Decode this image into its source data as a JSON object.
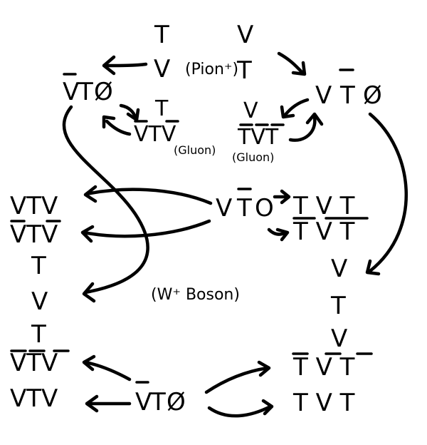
{
  "top": {
    "pion": {
      "t1": "T",
      "v1": "V",
      "v2": "V",
      "t2": "T",
      "label": "(Pion⁺)"
    },
    "left_node": {
      "a": "V",
      "b": "T",
      "c": "Ø"
    },
    "right_node": {
      "a": "V",
      "b": "T",
      "c": "Ø"
    },
    "gluon_left": {
      "top": "T",
      "row": "VTV",
      "label": "(Gluon)"
    },
    "gluon_right": {
      "top": "V",
      "row": "TVT",
      "label": "(Gluon)"
    }
  },
  "middle": {
    "center_node": {
      "a": "V",
      "b": "T",
      "c": "O"
    },
    "left_stack": [
      "VTV",
      "VTV",
      "T",
      "V",
      "T"
    ],
    "right_block": {
      "row1": "T  V T",
      "row2": "T  V T"
    },
    "right_stack": [
      "V",
      "T",
      "V"
    ],
    "wboson_label": "(W⁺ Boson)"
  },
  "bottom": {
    "left_rows": [
      "VTV",
      "VTV"
    ],
    "center_node": {
      "a": "V",
      "b": "T",
      "c": "Ø"
    },
    "right_rows": [
      "T V T",
      "T V T"
    ]
  }
}
